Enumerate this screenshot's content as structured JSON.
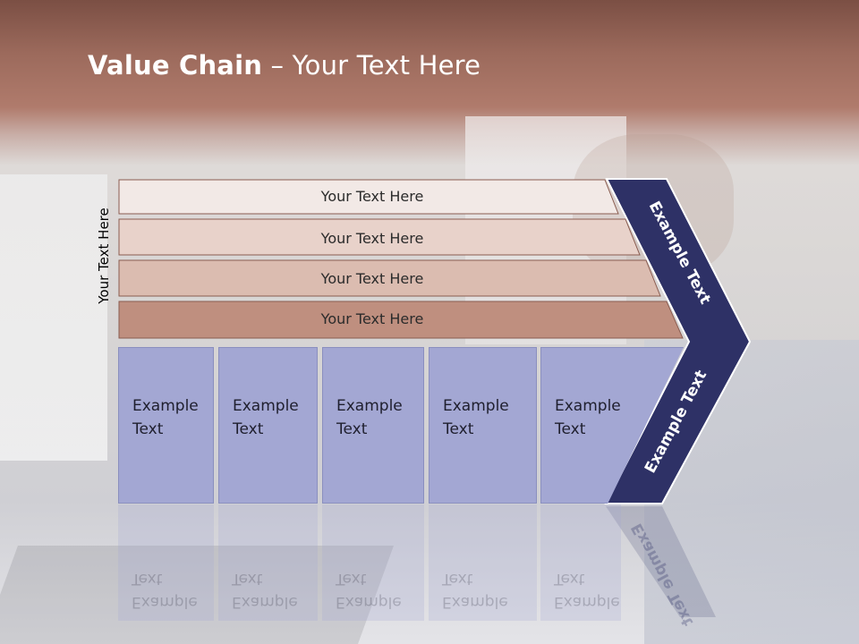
{
  "title": {
    "bold": "Value Chain",
    "rest": " – Your Text Here"
  },
  "side_label": "Your Text Here",
  "bands": [
    {
      "label": "Your Text Here",
      "fill": "#f2e9e6"
    },
    {
      "label": "Your Text Here",
      "fill": "#e8d2ca"
    },
    {
      "label": "Your Text Here",
      "fill": "#dbbcb0"
    },
    {
      "label": "Your Text Here",
      "fill": "#bf8f7f"
    }
  ],
  "chevron_upper": "Example Text",
  "chevron_lower": "Example Text",
  "cards": [
    {
      "label": "Example\nText"
    },
    {
      "label": "Example\nText"
    },
    {
      "label": "Example\nText"
    },
    {
      "label": "Example\nText"
    },
    {
      "label": "Example\nText"
    }
  ],
  "colors": {
    "chevron": "#2e3166",
    "card": "#a3a7d3",
    "band_stroke": "#8a5c50"
  }
}
